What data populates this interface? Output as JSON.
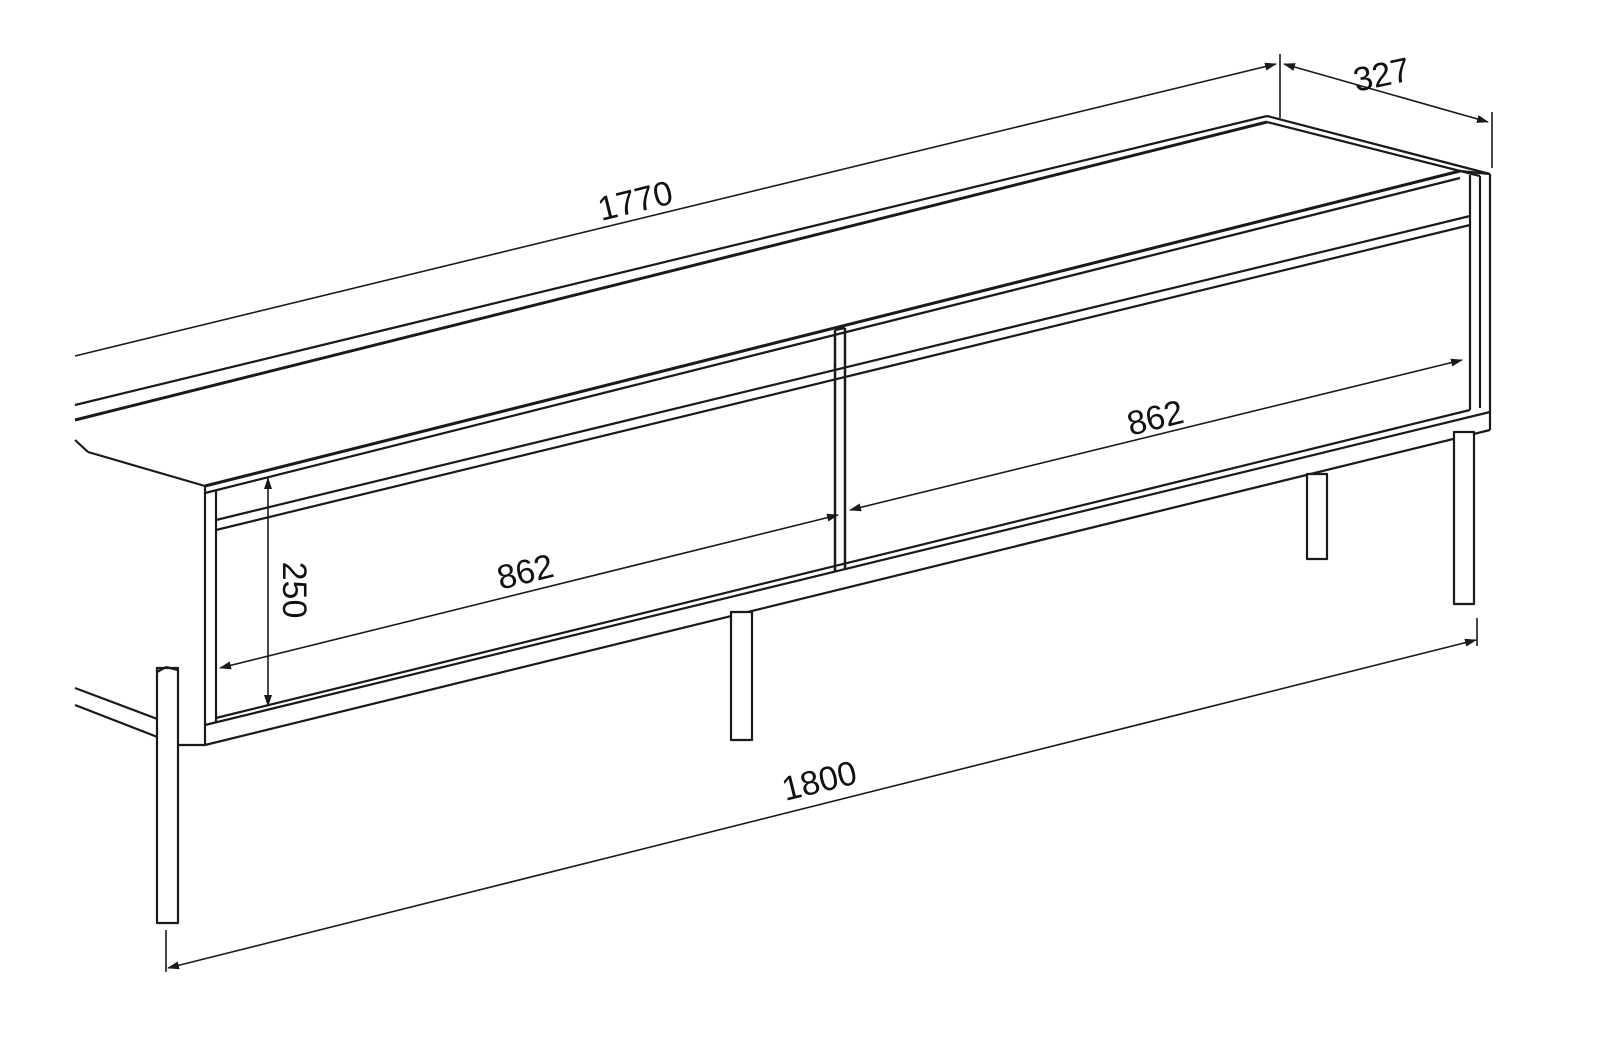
{
  "diagram": {
    "type": "technical-drawing",
    "subject": "low sideboard / TV stand with two sliding doors on metal legs",
    "line_color": "#1a1a1a",
    "background": "#ffffff",
    "dimensions": {
      "top_length": "1770",
      "depth": "327",
      "door_width_left": "862",
      "door_width_right": "862",
      "door_height": "250",
      "total_length": "1800"
    }
  }
}
